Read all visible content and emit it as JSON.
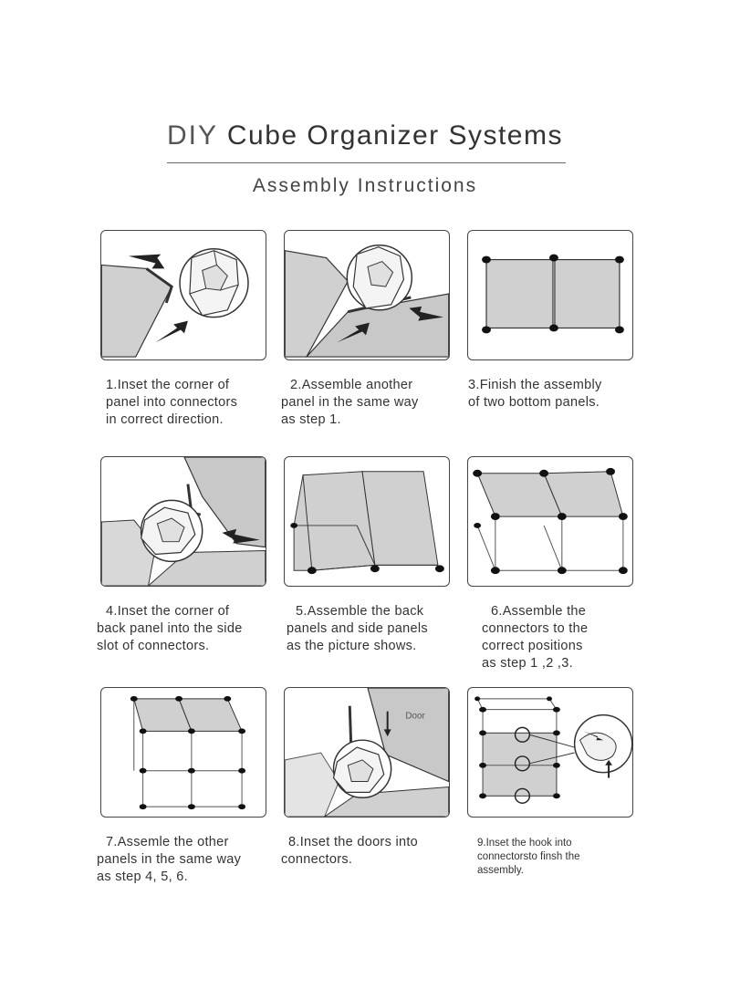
{
  "header": {
    "title_diy": "DIY",
    "title_rest": "Cube Organizer Systems",
    "subtitle": "Assembly Instructions"
  },
  "steps": [
    {
      "lines": [
        "1.Inset the corner of",
        "panel into connectors",
        "in correct direction."
      ]
    },
    {
      "lines": [
        "2.Assemble another",
        "panel in the same way",
        "as step 1."
      ]
    },
    {
      "lines": [
        "3.Finish the assembly",
        "of two bottom panels."
      ]
    },
    {
      "lines": [
        "4.Inset the corner of",
        "back panel into the side",
        "slot of connectors."
      ]
    },
    {
      "lines": [
        "5.Assemble the back",
        "panels and side panels",
        "as the picture shows."
      ]
    },
    {
      "lines": [
        "6.Assemble the",
        "connectors to the",
        "correct positions",
        "as step 1 ,2 ,3."
      ]
    },
    {
      "lines": [
        "7.Assemle the other",
        "panels in the same way",
        "as step 4, 5, 6."
      ]
    },
    {
      "lines": [
        "8.Inset the doors into",
        "connectors."
      ]
    },
    {
      "lines": [
        "9.Inset the hook  into",
        "connectorsto finsh the",
        "assembly."
      ]
    }
  ],
  "figure_labels": {
    "door": "Door"
  }
}
